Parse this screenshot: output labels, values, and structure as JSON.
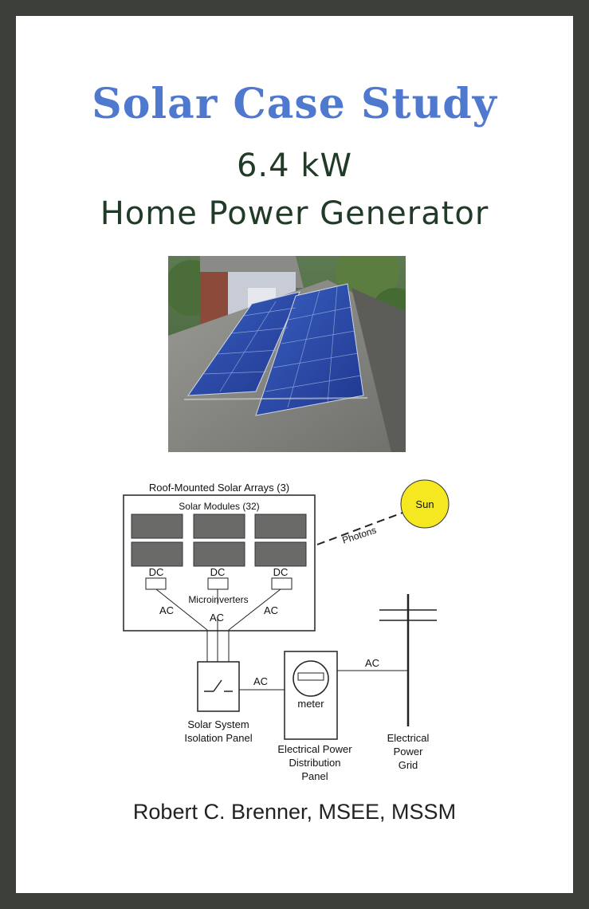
{
  "cover": {
    "title": "Solar Case Study",
    "subtitle_line1": "6.4 kW",
    "subtitle_line2": "Home Power Generator",
    "author": "Robert C. Brenner, MSEE, MSSM"
  },
  "diagram": {
    "arrays_label": "Roof-Mounted Solar Arrays (3)",
    "modules_label": "Solar Modules (32)",
    "dc_label": "DC",
    "microinverters_label": "Microinverters",
    "ac_label": "AC",
    "sun_label": "Sun",
    "photons_label": "Photons",
    "meter_label": "meter",
    "isolation_line1": "Solar System",
    "isolation_line2": "Isolation Panel",
    "distribution_line1": "Electrical Power",
    "distribution_line2": "Distribution",
    "distribution_line3": "Panel",
    "grid_line1": "Electrical",
    "grid_line2": "Power",
    "grid_line3": "Grid"
  },
  "colors": {
    "background": "#3d3f3b",
    "title_blue": "#4f78cf",
    "subtitle_green": "#223a28",
    "sun_yellow": "#f5e820"
  }
}
